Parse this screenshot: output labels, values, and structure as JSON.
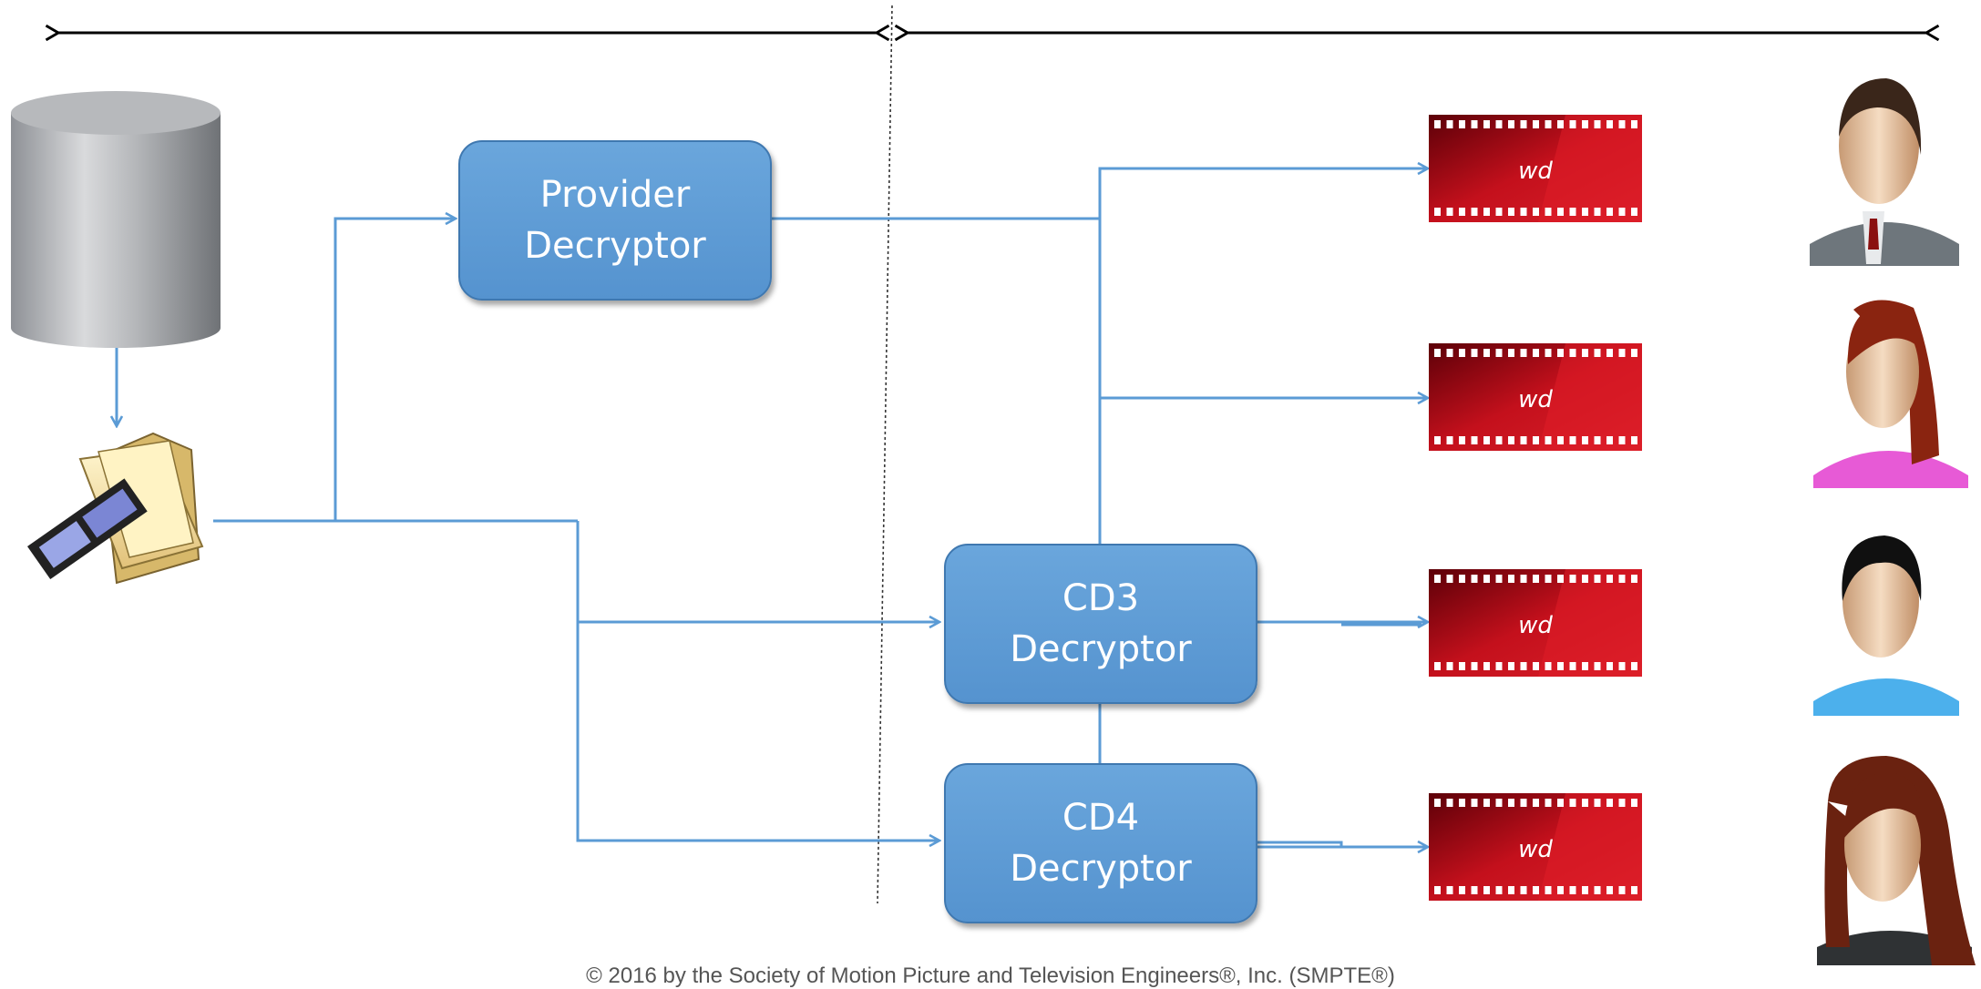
{
  "boxes": {
    "provider": {
      "line1": "Provider",
      "line2": "Decryptor"
    },
    "cd3": {
      "line1": "CD3",
      "line2": "Decryptor"
    },
    "cd4": {
      "line1": "CD4",
      "line2": "Decryptor"
    }
  },
  "film_logo": "wd",
  "footer": {
    "copyright": "© 2016 by the Society of Motion Picture and Television Engineers®, Inc. (SMPTE®)"
  },
  "icons": {
    "storage": "database-cylinder-icon",
    "media_folder": "media-folder-icon",
    "film": "film-strip-icon",
    "people": [
      "man-suit-avatar-icon",
      "woman-pink-avatar-icon",
      "man-blue-avatar-icon",
      "woman-dark-avatar-icon"
    ]
  },
  "colors": {
    "connector": "#5b9bd5",
    "box_fill": "#5b9bd5",
    "film_red": "#c0101a",
    "arrow_black": "#000000"
  }
}
